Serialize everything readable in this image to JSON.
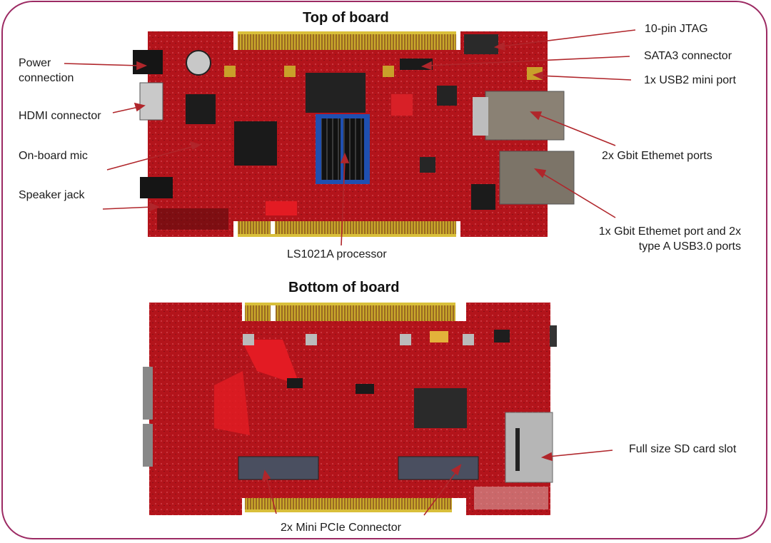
{
  "diagram": {
    "frame_color": "#9c2a63",
    "arrow_color": "#b0262b",
    "pcb_color": "#b5151c",
    "gold_color": "#c9a92a",
    "top_board": {
      "title": "Top of board",
      "callouts": [
        {
          "id": "power",
          "label": "Power\nconnection",
          "lines": [
            "Power",
            "connection"
          ]
        },
        {
          "id": "hdmi",
          "label": "HDMI connector"
        },
        {
          "id": "mic",
          "label": "On-board mic"
        },
        {
          "id": "speaker",
          "label": "Speaker jack"
        },
        {
          "id": "processor",
          "label": "LS1021A processor"
        },
        {
          "id": "jtag",
          "label": "10-pin JTAG"
        },
        {
          "id": "sata",
          "label": "SATA3 connector"
        },
        {
          "id": "usb2",
          "label": "1x USB2 mini port"
        },
        {
          "id": "eth2",
          "label": "2x Gbit Ethemet ports"
        },
        {
          "id": "eth_usb3",
          "label": "1x Gbit Ethemet port and 2x type A USB3.0 ports",
          "lines": [
            "1x Gbit Ethemet port and 2x",
            "type A USB3.0 ports"
          ]
        }
      ]
    },
    "bottom_board": {
      "title": "Bottom of board",
      "callouts": [
        {
          "id": "sd",
          "label": "Full size SD card slot"
        },
        {
          "id": "pcie",
          "label": "2x Mini PCIe Connector"
        }
      ]
    }
  }
}
